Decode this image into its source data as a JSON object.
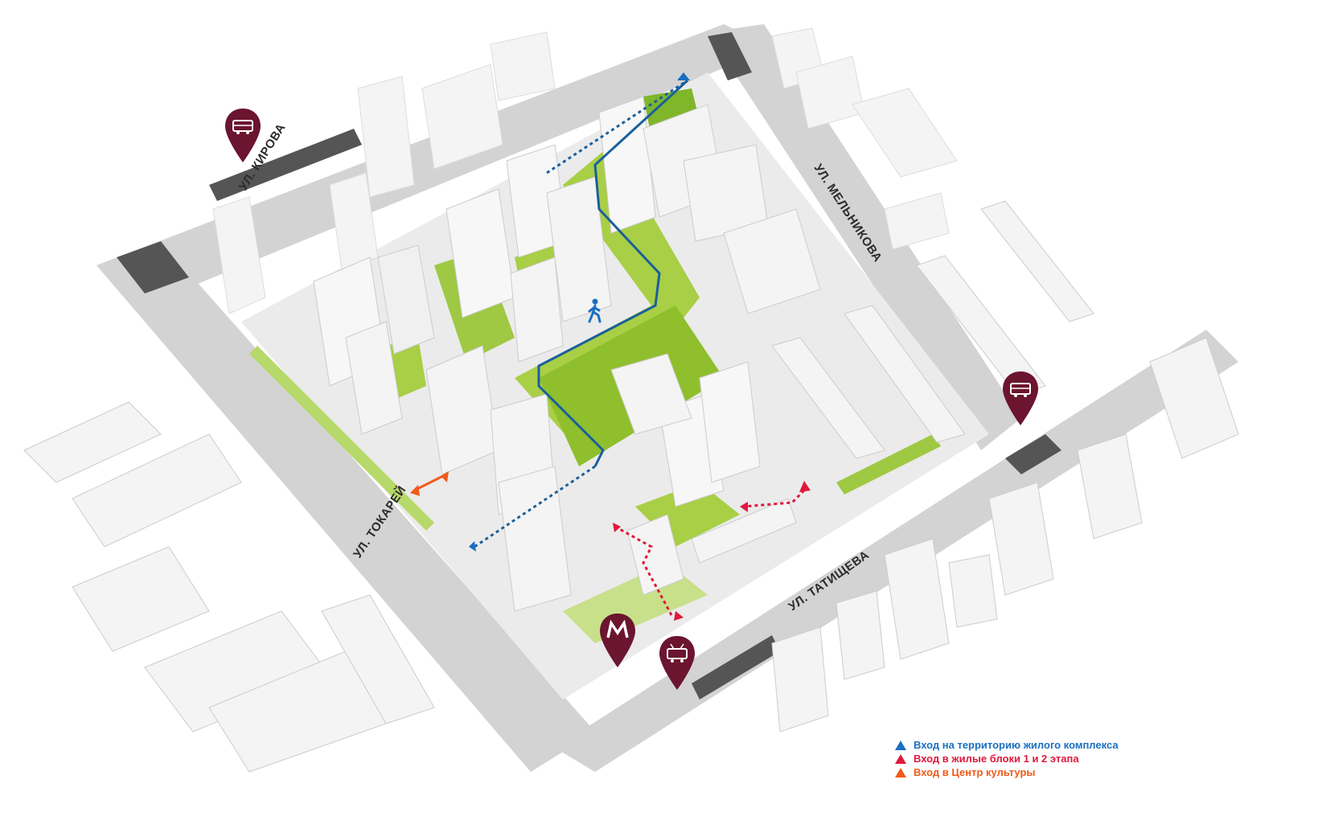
{
  "streets": {
    "kirova": "УЛ. КИРОВА",
    "melnikova": "УЛ. МЕЛЬНИКОВА",
    "tokarey": "УЛ. ТОКАРЕЙ",
    "tatishcheva": "УЛ. ТАТИЩЕВА"
  },
  "pins": [
    {
      "name": "bus-stop-icon",
      "color": "#6b1530"
    },
    {
      "name": "bus-stop-icon",
      "color": "#6b1530"
    },
    {
      "name": "metro-icon",
      "color": "#6b1530"
    },
    {
      "name": "tram-stop-icon",
      "color": "#6b1530"
    }
  ],
  "legend": [
    {
      "label": "Вход на территорию жилого комплекса",
      "color": "#1a6fc0"
    },
    {
      "label": "Вход в жилые блоки 1 и 2 этапа",
      "color": "#e0183c"
    },
    {
      "label": "Вход в Центр культуры",
      "color": "#f05a1a"
    }
  ],
  "colors": {
    "road": "#d3d3d3",
    "road_dark": "#555555",
    "green": "#a8cf45",
    "green_dark": "#6a9a1c",
    "building": "#f4f4f4",
    "building_shade": "#c9c9c9",
    "route_blue": "#1a5f9c",
    "route_red": "#e0183c",
    "route_orange": "#f05a1a"
  }
}
